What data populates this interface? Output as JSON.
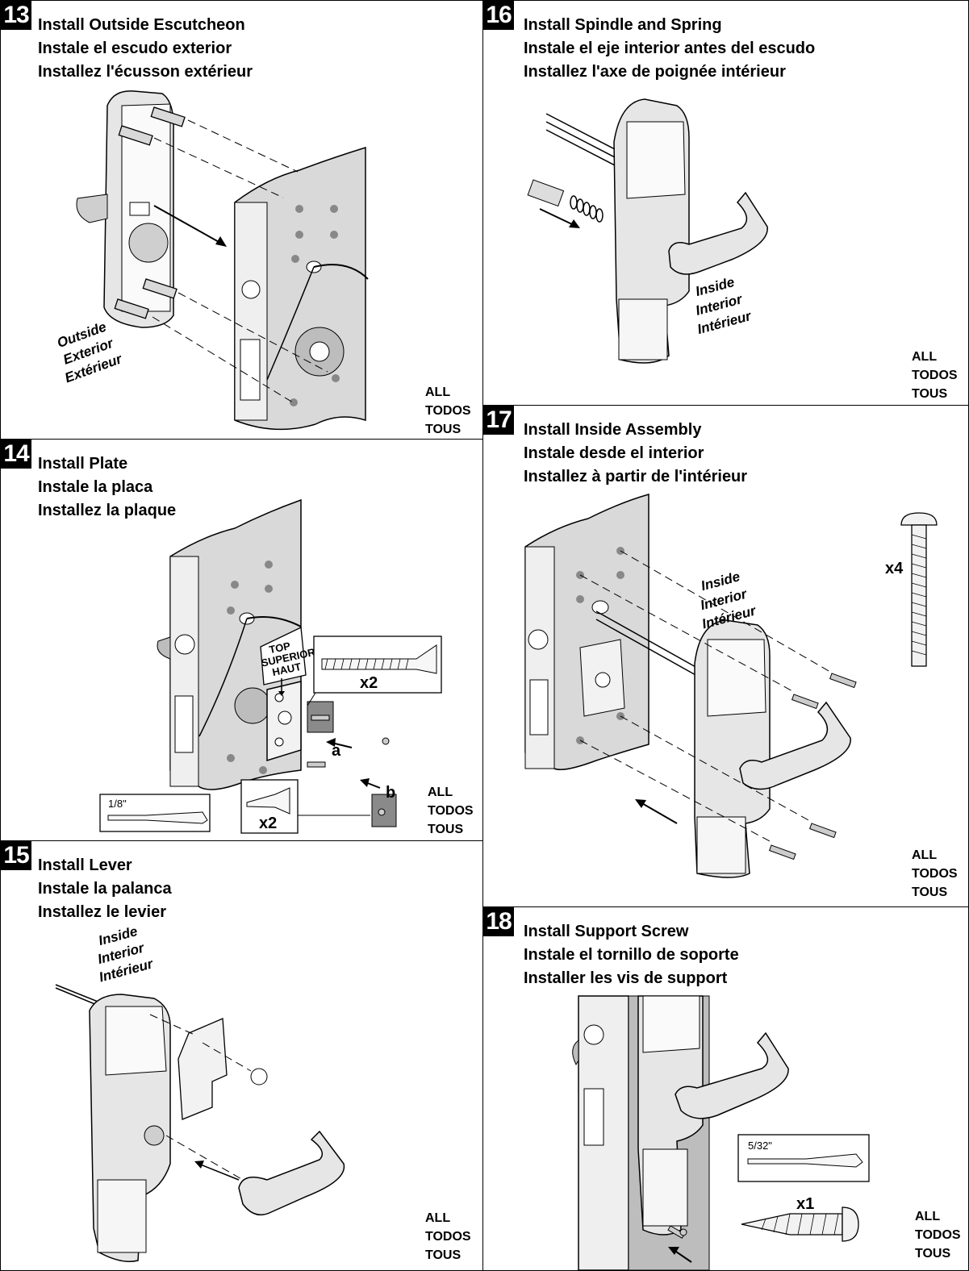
{
  "region_label": {
    "all": "ALL",
    "todos": "TODOS",
    "tous": "TOUS"
  },
  "steps": [
    {
      "number": "13",
      "title_en": "Install Outside Escutcheon",
      "title_es": "Instale el escudo exterior",
      "title_fr": "Installez l'écusson extérieur",
      "side_label": [
        "Outside",
        "Exterior",
        "Extérieur"
      ]
    },
    {
      "number": "14",
      "title_en": "Install Plate",
      "title_es": "Instale la placa",
      "title_fr": "Installez la plaque",
      "label_top": [
        "TOP",
        "SUPERIOR",
        "HAUT"
      ],
      "screw_count_a": "x2",
      "screw_count_b": "x2",
      "drill_size": "1/8\"",
      "callout_a": "a",
      "callout_b": "b"
    },
    {
      "number": "15",
      "title_en": "Install Lever",
      "title_es": "Instale la palanca",
      "title_fr": "Installez le levier",
      "side_label": [
        "Inside",
        "Interior",
        "Intérieur"
      ]
    },
    {
      "number": "16",
      "title_en": "Install Spindle and Spring",
      "title_es": "Instale el eje interior antes del escudo",
      "title_fr": "Installez l'axe de poignée intérieur",
      "side_label": [
        "Inside",
        "Interior",
        "Intérieur"
      ]
    },
    {
      "number": "17",
      "title_en": "Install Inside Assembly",
      "title_es": "Instale desde el interior",
      "title_fr": "Installez à partir de l'intérieur",
      "side_label": [
        "Inside",
        "Interior",
        "Intérieur"
      ],
      "screw_count": "x4"
    },
    {
      "number": "18",
      "title_en": "Install Support Screw",
      "title_es": "Instale el tornillo de soporte",
      "title_fr": "Installer les vis de support",
      "drill_size": "5/32\"",
      "screw_count": "x1"
    }
  ]
}
